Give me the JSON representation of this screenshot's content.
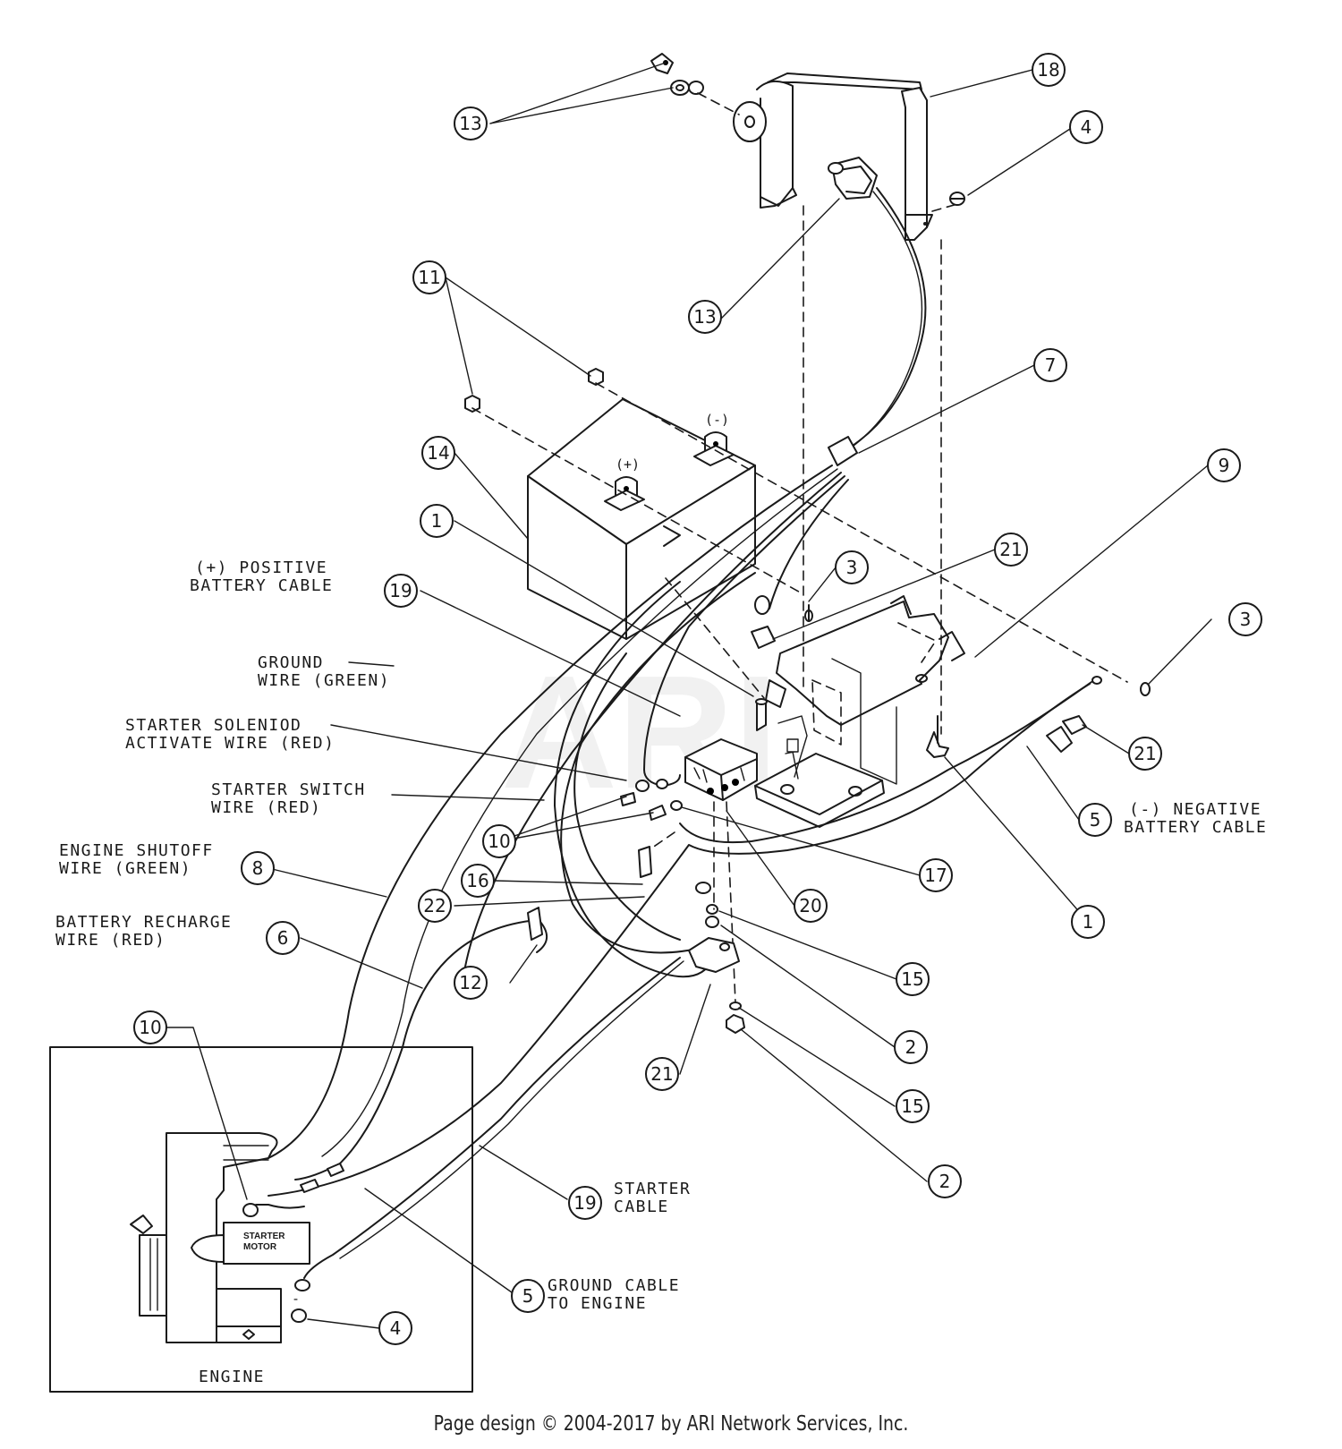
{
  "callouts": [
    {
      "n": "18"
    },
    {
      "n": "13"
    },
    {
      "n": "4"
    },
    {
      "n": "13"
    },
    {
      "n": "11"
    },
    {
      "n": "7"
    },
    {
      "n": "14"
    },
    {
      "n": "9"
    },
    {
      "n": "1"
    },
    {
      "n": "21"
    },
    {
      "n": "3"
    },
    {
      "n": "19"
    },
    {
      "n": "3"
    },
    {
      "n": "21"
    },
    {
      "n": "10"
    },
    {
      "n": "17"
    },
    {
      "n": "5"
    },
    {
      "n": "16"
    },
    {
      "n": "22"
    },
    {
      "n": "20"
    },
    {
      "n": "1"
    },
    {
      "n": "8"
    },
    {
      "n": "6"
    },
    {
      "n": "12"
    },
    {
      "n": "15"
    },
    {
      "n": "10"
    },
    {
      "n": "2"
    },
    {
      "n": "21"
    },
    {
      "n": "15"
    },
    {
      "n": "2"
    },
    {
      "n": "19"
    },
    {
      "n": "5"
    },
    {
      "n": "4"
    }
  ],
  "labels": {
    "positive_cable": [
      "(+) POSITIVE",
      "BATTERY CABLE"
    ],
    "ground_wire": [
      "GROUND",
      "WIRE (GREEN)"
    ],
    "solenoid_wire": [
      "STARTER SOLENIOD",
      "ACTIVATE WIRE (RED)"
    ],
    "starter_switch": [
      "STARTER SWITCH",
      "WIRE (RED)"
    ],
    "engine_shutoff": [
      "ENGINE SHUTOFF",
      "WIRE (GREEN)"
    ],
    "battery_recharge": [
      "BATTERY RECHARGE",
      "WIRE (RED)"
    ],
    "negative_cable": [
      "(-) NEGATIVE",
      "BATTERY CABLE"
    ],
    "starter_cable": [
      "STARTER",
      "CABLE"
    ],
    "ground_cable": [
      "GROUND CABLE",
      "TO ENGINE"
    ],
    "engine": "ENGINE",
    "starter_motor": [
      "STARTER",
      "MOTOR"
    ],
    "battery_pos": "(+)",
    "battery_neg": "(-)",
    "engine_neg": "-"
  },
  "watermark": "ARI",
  "credit": "Page design © 2004-2017 by ARI Network Services, Inc."
}
